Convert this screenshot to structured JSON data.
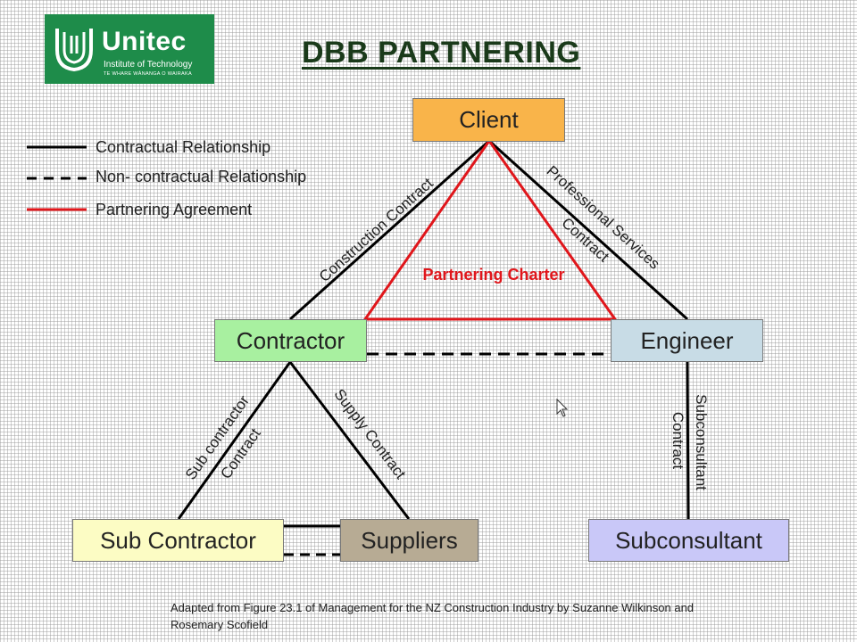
{
  "logo": {
    "name": "Unitec",
    "subtitle": "Institute of Technology",
    "tagline": "TE WHARE WĀNANGA O WAIRAKA"
  },
  "title": "DBB PARTNERING",
  "legend": [
    {
      "label": "Contractual Relationship",
      "style": "solid",
      "color": "#000000"
    },
    {
      "label": "Non- contractual Relationship",
      "style": "dashed",
      "color": "#000000"
    },
    {
      "label": "Partnering Agreement",
      "style": "solid",
      "color": "#e0161b"
    }
  ],
  "nodes": {
    "client": {
      "label": "Client",
      "color": "#f9b44a"
    },
    "contractor": {
      "label": "Contractor",
      "color": "#a8f0a0"
    },
    "engineer": {
      "label": "Engineer",
      "color": "#c8dce6"
    },
    "sub_contractor": {
      "label": "Sub Contractor",
      "color": "#fcfcc4"
    },
    "suppliers": {
      "label": "Suppliers",
      "color": "#b7ab94"
    },
    "subconsultant": {
      "label": "Subconsultant",
      "color": "#c9c8f8"
    }
  },
  "edge_labels": {
    "construction_contract": "Construction Contract",
    "professional_services": "Professional Services",
    "contract_ps": "Contract",
    "sub_contractor": "Sub contractor",
    "contract_sc": "Contract",
    "supply_contract": "Supply Contract",
    "subconsultant": "Subconsultant",
    "contract_sub": "Contract"
  },
  "charter_label": "Partnering Charter",
  "caption": "Adapted from Figure 23.1 of Management for the NZ Construction Industry  by Suzanne Wilkinson and Rosemary Scofield"
}
